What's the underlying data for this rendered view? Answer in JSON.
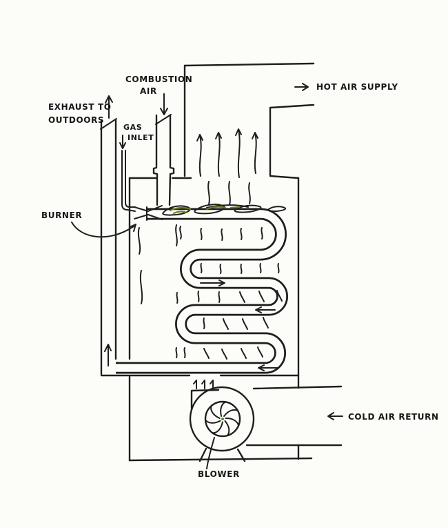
{
  "diagram": {
    "type": "hand-drawn gas furnace schematic",
    "labels": {
      "exhaust": {
        "line1": "EXHAUST TO",
        "line2": "OUTDOORS"
      },
      "combustion": {
        "line1": "COMBUSTION",
        "line2": "AIR"
      },
      "gas": {
        "line1": "GAS",
        "line2": "INLET"
      },
      "burner": "BURNER",
      "hot_air": "HOT AIR SUPPLY",
      "cold_air": "COLD AIR RETURN",
      "blower": "BLOWER"
    },
    "components": [
      "exhaust flue pipe",
      "combustion air pipe",
      "gas inlet pipe",
      "burner",
      "serpentine heat exchanger",
      "furnace cabinet",
      "hot air supply plenum",
      "cold air return duct",
      "centrifugal blower"
    ],
    "flow_arrows": [
      "exhaust-up",
      "combustion-air-down",
      "gas-inlet-down",
      "hot-air-supply-right",
      "cold-air-return-left",
      "heat-exchanger-flow-right",
      "heat-exchanger-flow-left",
      "heat-exchanger-exit-left",
      "flue-gas-up",
      "blower-outlet-up"
    ],
    "colors": {
      "ink": "#1e1e1e",
      "paper": "#fcfcf8",
      "flame_tint": "#6e7d22",
      "blower_hub_dot": "#4e8f2c"
    }
  }
}
